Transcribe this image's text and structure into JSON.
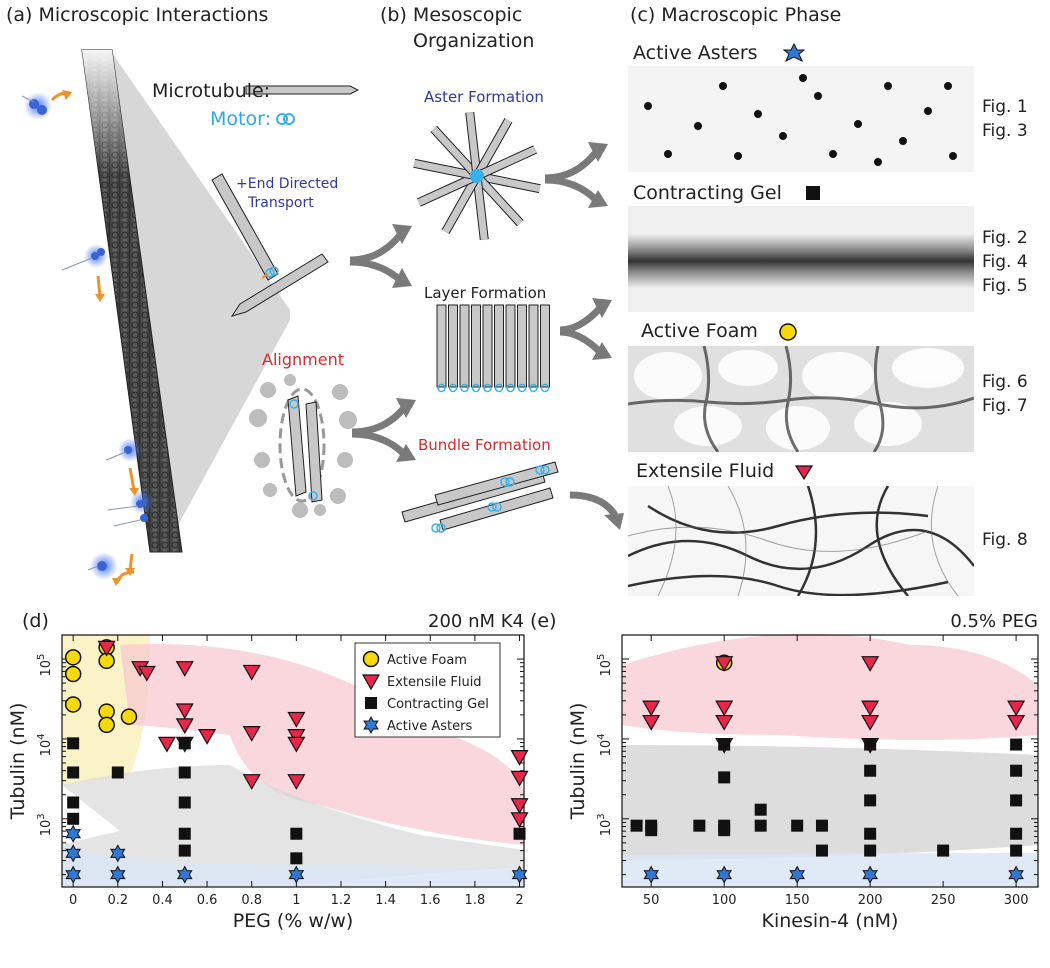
{
  "panels": {
    "a_title": "(a) Microscopic Interactions",
    "b_title_line1": "(b)  Mesoscopic",
    "b_title_line2": "Organization",
    "c_title": "(c)  Macroscopic Phase"
  },
  "panel_a": {
    "microtubule_label": "Microtubule:",
    "motor_label": "Motor:",
    "transport_line1": "+End Directed",
    "transport_line2": "Transport",
    "alignment_label": "Alignment"
  },
  "panel_b": {
    "aster": "Aster Formation",
    "layer": "Layer Formation",
    "bundle": "Bundle Formation"
  },
  "panel_c": {
    "phases": [
      {
        "name": "Active Asters",
        "figs": [
          "Fig. 1",
          "Fig. 3"
        ]
      },
      {
        "name": "Contracting Gel",
        "figs": [
          "Fig. 2",
          "Fig. 4",
          "Fig. 5"
        ]
      },
      {
        "name": "Active Foam",
        "figs": [
          "Fig. 6",
          "Fig. 7"
        ]
      },
      {
        "name": "Extensile Fluid",
        "figs": [
          "Fig. 8"
        ]
      }
    ]
  },
  "colors": {
    "foam": "#f5d90a",
    "fluid": "#e8254a",
    "gel": "#111111",
    "aster": "#2f78d6",
    "motor": "#3ab0e8",
    "arrow": "#f0922b"
  },
  "chart_data": [
    {
      "panel_label": "(d)",
      "type": "scatter",
      "annotation": "200 nM K4",
      "xlabel": "PEG (% w/w)",
      "ylabel": "Tubulin (nM)",
      "x_ticks": [
        "0",
        "0.2",
        "0.4",
        "0.6",
        "0.8",
        "1",
        "1.2",
        "1.4",
        "1.6",
        "1.8",
        "2"
      ],
      "y_ticks": [
        "10^3",
        "10^4",
        "10^5"
      ],
      "y_scale": "log",
      "legend": [
        "Active Foam",
        "Extensile Fluid",
        "Contracting Gel",
        "Active Asters"
      ],
      "legend_position": "top-right",
      "series": [
        {
          "name": "Active Foam",
          "marker": "circle",
          "points": [
            [
              0,
              105000
            ],
            [
              0,
              65000
            ],
            [
              0,
              27000
            ],
            [
              0.15,
              140000
            ],
            [
              0.15,
              95000
            ],
            [
              0.15,
              22000
            ],
            [
              0.15,
              15000
            ],
            [
              0.25,
              19000
            ]
          ]
        },
        {
          "name": "Extensile Fluid",
          "marker": "triangle-down",
          "points": [
            [
              0.15,
              140000
            ],
            [
              0.3,
              78000
            ],
            [
              0.33,
              68000
            ],
            [
              0.5,
              78000
            ],
            [
              0.5,
              23000
            ],
            [
              0.5,
              15000
            ],
            [
              0.5,
              8800
            ],
            [
              0.42,
              8800
            ],
            [
              0.6,
              11000
            ],
            [
              0.8,
              70000
            ],
            [
              0.8,
              12000
            ],
            [
              0.8,
              3000
            ],
            [
              1,
              18000
            ],
            [
              1,
              11000
            ],
            [
              1,
              8800
            ],
            [
              1,
              3000
            ],
            [
              2,
              6000
            ],
            [
              2,
              3300
            ],
            [
              2,
              1500
            ],
            [
              2,
              1000
            ]
          ]
        },
        {
          "name": "Contracting Gel",
          "marker": "square",
          "points": [
            [
              0,
              8800
            ],
            [
              0,
              3800
            ],
            [
              0,
              1600
            ],
            [
              0,
              1000
            ],
            [
              0.2,
              3800
            ],
            [
              0.5,
              8800
            ],
            [
              0.5,
              3800
            ],
            [
              0.5,
              1600
            ],
            [
              0.5,
              650
            ],
            [
              0.5,
              400
            ],
            [
              1,
              650
            ],
            [
              1,
              320
            ],
            [
              2,
              650
            ]
          ]
        },
        {
          "name": "Active Asters",
          "marker": "star",
          "points": [
            [
              0,
              650
            ],
            [
              0,
              370
            ],
            [
              0,
              200
            ],
            [
              0.2,
              370
            ],
            [
              0.2,
              200
            ],
            [
              0.5,
              200
            ],
            [
              1,
              200
            ],
            [
              2,
              200
            ]
          ]
        }
      ]
    },
    {
      "panel_label": "(e)",
      "type": "scatter",
      "annotation": "0.5% PEG",
      "xlabel": "Kinesin-4 (nM)",
      "ylabel": "Tubulin (nM)",
      "x_ticks": [
        "50",
        "100",
        "150",
        "200",
        "250",
        "300"
      ],
      "y_ticks": [
        "10^3",
        "10^4",
        "10^5"
      ],
      "y_scale": "log",
      "series": [
        {
          "name": "Active Foam",
          "marker": "circle",
          "points": [
            [
              100,
              90000
            ]
          ]
        },
        {
          "name": "Extensile Fluid",
          "marker": "triangle-down",
          "points": [
            [
              50,
              25000
            ],
            [
              50,
              16500
            ],
            [
              100,
              90000
            ],
            [
              100,
              25000
            ],
            [
              100,
              16500
            ],
            [
              100,
              8500
            ],
            [
              200,
              90000
            ],
            [
              200,
              25000
            ],
            [
              200,
              16500
            ],
            [
              200,
              8500
            ],
            [
              300,
              25000
            ],
            [
              300,
              16500
            ]
          ]
        },
        {
          "name": "Contracting Gel",
          "marker": "square",
          "points": [
            [
              40,
              820
            ],
            [
              50,
              820
            ],
            [
              50,
              720
            ],
            [
              83,
              820
            ],
            [
              100,
              8500
            ],
            [
              100,
              3300
            ],
            [
              100,
              820
            ],
            [
              100,
              720
            ],
            [
              125,
              1300
            ],
            [
              125,
              820
            ],
            [
              150,
              820
            ],
            [
              167,
              820
            ],
            [
              167,
              400
            ],
            [
              200,
              8500
            ],
            [
              200,
              4000
            ],
            [
              200,
              1700
            ],
            [
              200,
              650
            ],
            [
              200,
              400
            ],
            [
              250,
              400
            ],
            [
              300,
              8500
            ],
            [
              300,
              4000
            ],
            [
              300,
              1700
            ],
            [
              300,
              650
            ],
            [
              300,
              400
            ]
          ]
        },
        {
          "name": "Active Asters",
          "marker": "star",
          "points": [
            [
              50,
              200
            ],
            [
              100,
              200
            ],
            [
              150,
              200
            ],
            [
              200,
              200
            ],
            [
              300,
              200
            ]
          ]
        }
      ]
    }
  ]
}
